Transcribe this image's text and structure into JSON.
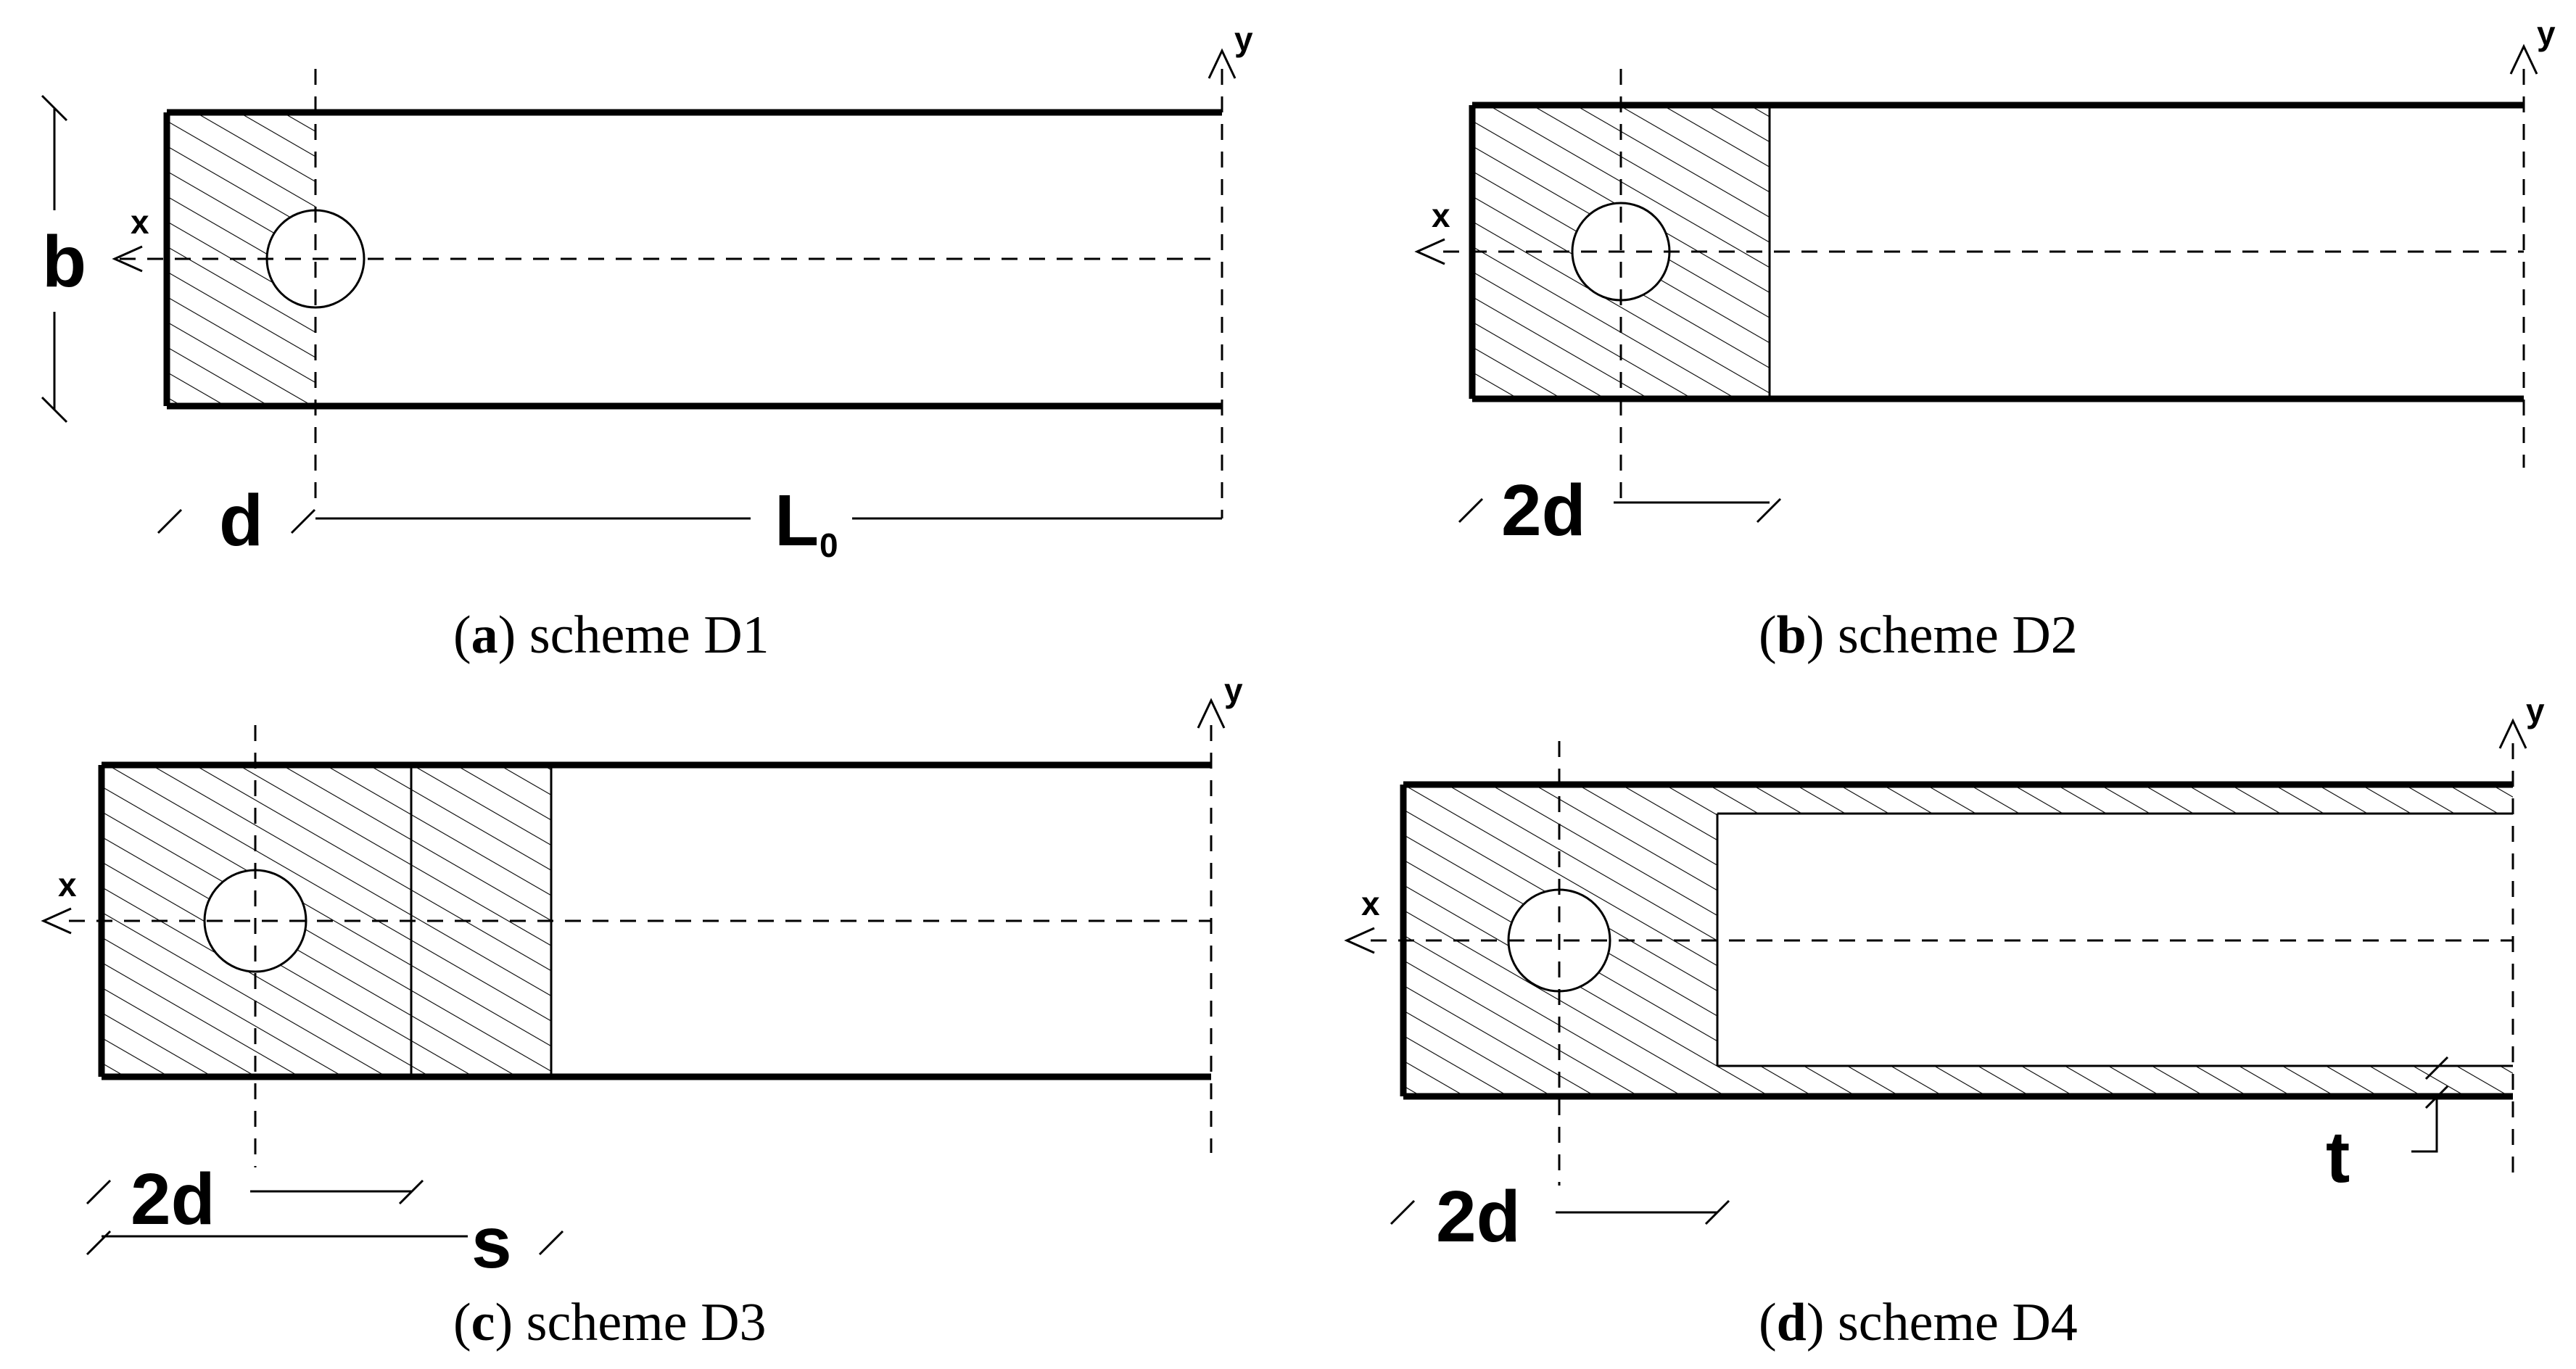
{
  "panels": [
    {
      "id": "a",
      "caption_letter": "a",
      "caption_text": " scheme D1"
    },
    {
      "id": "b",
      "caption_letter": "b",
      "caption_text": " scheme D2"
    },
    {
      "id": "c",
      "caption_letter": "c",
      "caption_text": " scheme D3"
    },
    {
      "id": "d",
      "caption_letter": "d",
      "caption_text": " scheme D4"
    }
  ],
  "labels": {
    "b": "b",
    "d": "d",
    "L": "L",
    "L_sub": "0",
    "two_d": "2d",
    "s": "s",
    "t": "t",
    "x_axis": "x",
    "y_axis": "y"
  },
  "style": {
    "hatch_color": "#000000",
    "line_color": "#000000",
    "background": "#ffffff"
  }
}
